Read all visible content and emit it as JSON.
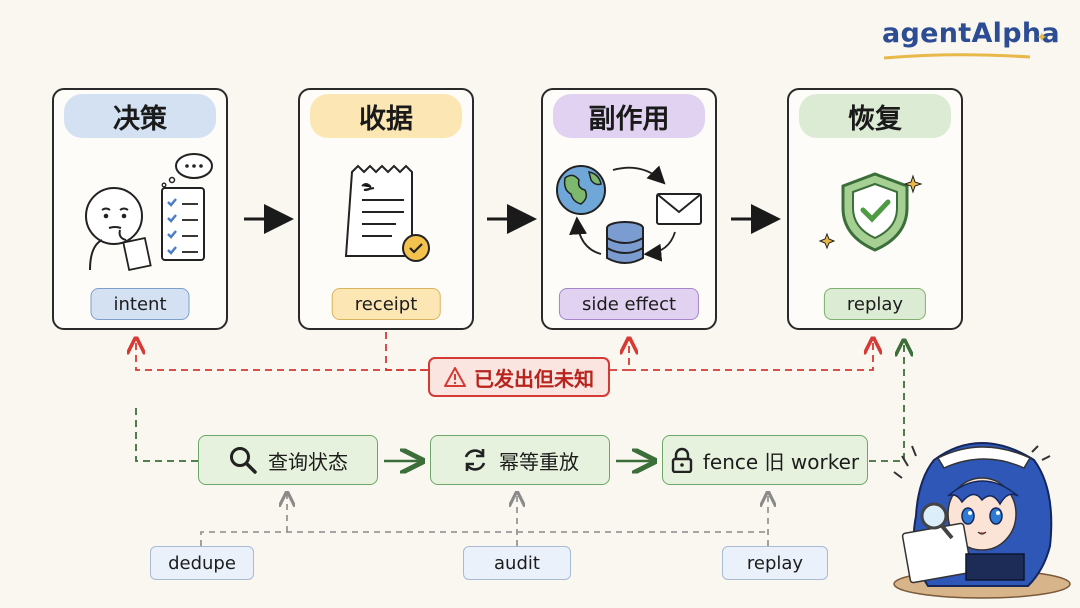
{
  "brand": {
    "name": "agentAlpha"
  },
  "cards": [
    {
      "title": "决策",
      "tag": "intent"
    },
    {
      "title": "收据",
      "tag": "receipt"
    },
    {
      "title": "副作用",
      "tag": "side effect"
    },
    {
      "title": "恢复",
      "tag": "replay"
    }
  ],
  "warning": {
    "label": "已发出但未知"
  },
  "steps": [
    {
      "label": "查询状态"
    },
    {
      "label": "幂等重放"
    },
    {
      "label": "fence 旧 worker"
    }
  ],
  "bottom_tags": [
    {
      "label": "dedupe"
    },
    {
      "label": "audit"
    },
    {
      "label": "replay"
    }
  ],
  "colors": {
    "blue": "#d3e1f3",
    "yellow": "#fbe6b4",
    "purple": "#e0d2f0",
    "green": "#dcebd3",
    "red": "#d63a34",
    "step_green": "#e7f2de",
    "dark_green": "#3c6e3a"
  }
}
